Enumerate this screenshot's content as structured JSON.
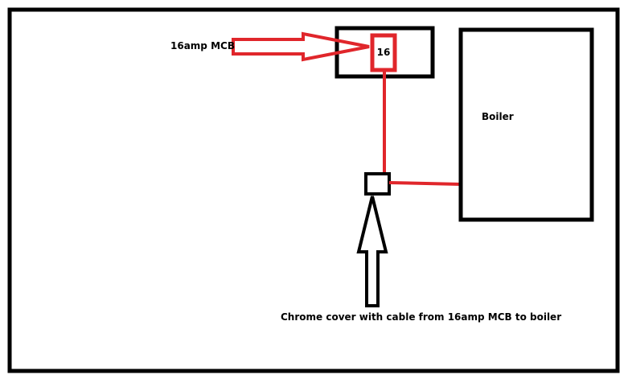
{
  "labels": {
    "mcb_label": "16amp MCB",
    "mcb_rating": "16",
    "boiler_label": "Boiler",
    "cover_caption": "Chrome cover with cable from 16amp MCB to boiler"
  },
  "colors": {
    "outline": "#000000",
    "cable": "#e0262b",
    "background": "#ffffff"
  }
}
